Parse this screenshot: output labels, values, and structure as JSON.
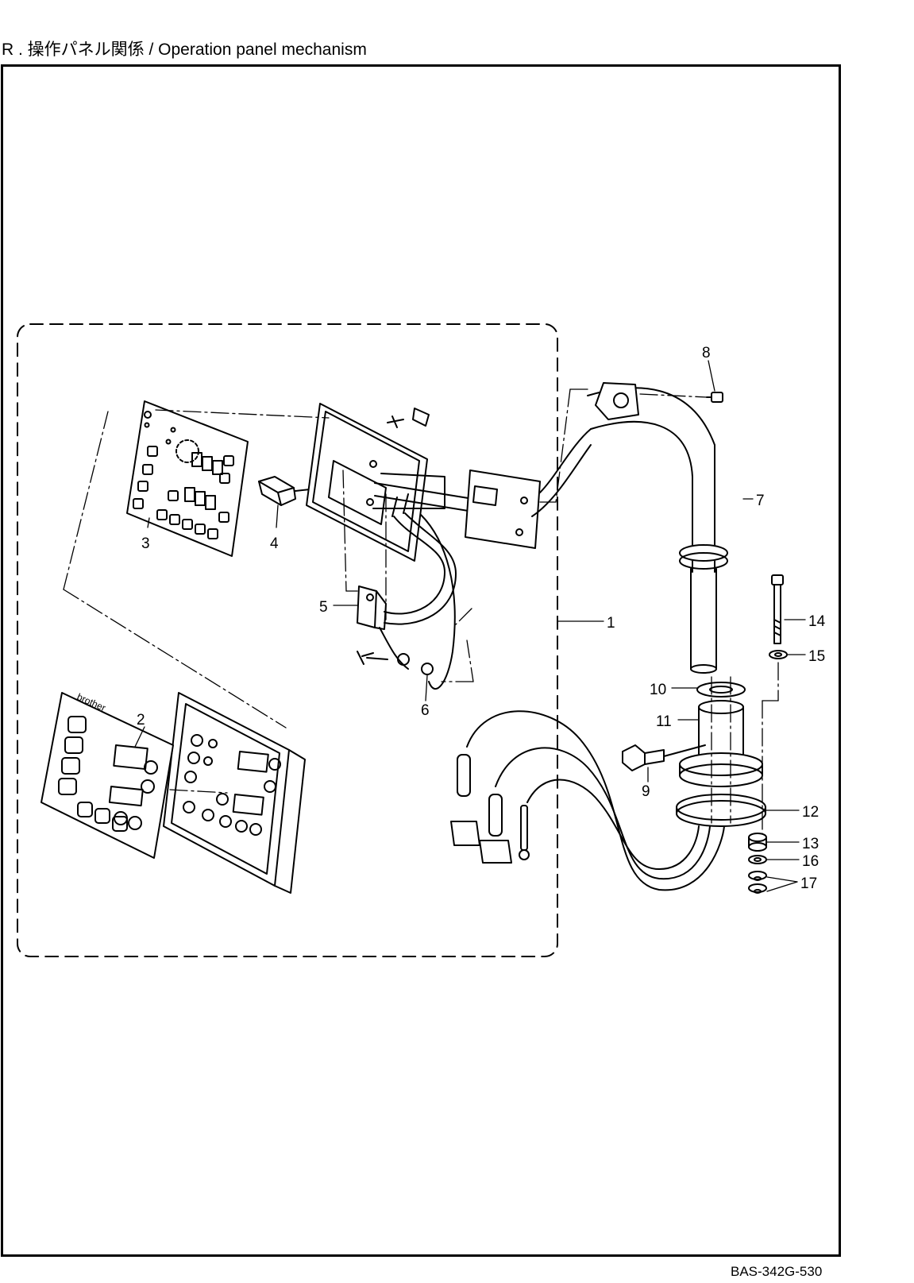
{
  "header": {
    "title": "R . 操作パネル関係 / Operation panel mechanism"
  },
  "footer": {
    "doc_code": "BAS-342G-530"
  },
  "callouts": [
    "1",
    "2",
    "3",
    "4",
    "5",
    "6",
    "7",
    "8",
    "9",
    "10",
    "11",
    "12",
    "13",
    "14",
    "15",
    "16",
    "17"
  ],
  "panel_brand": "brother"
}
